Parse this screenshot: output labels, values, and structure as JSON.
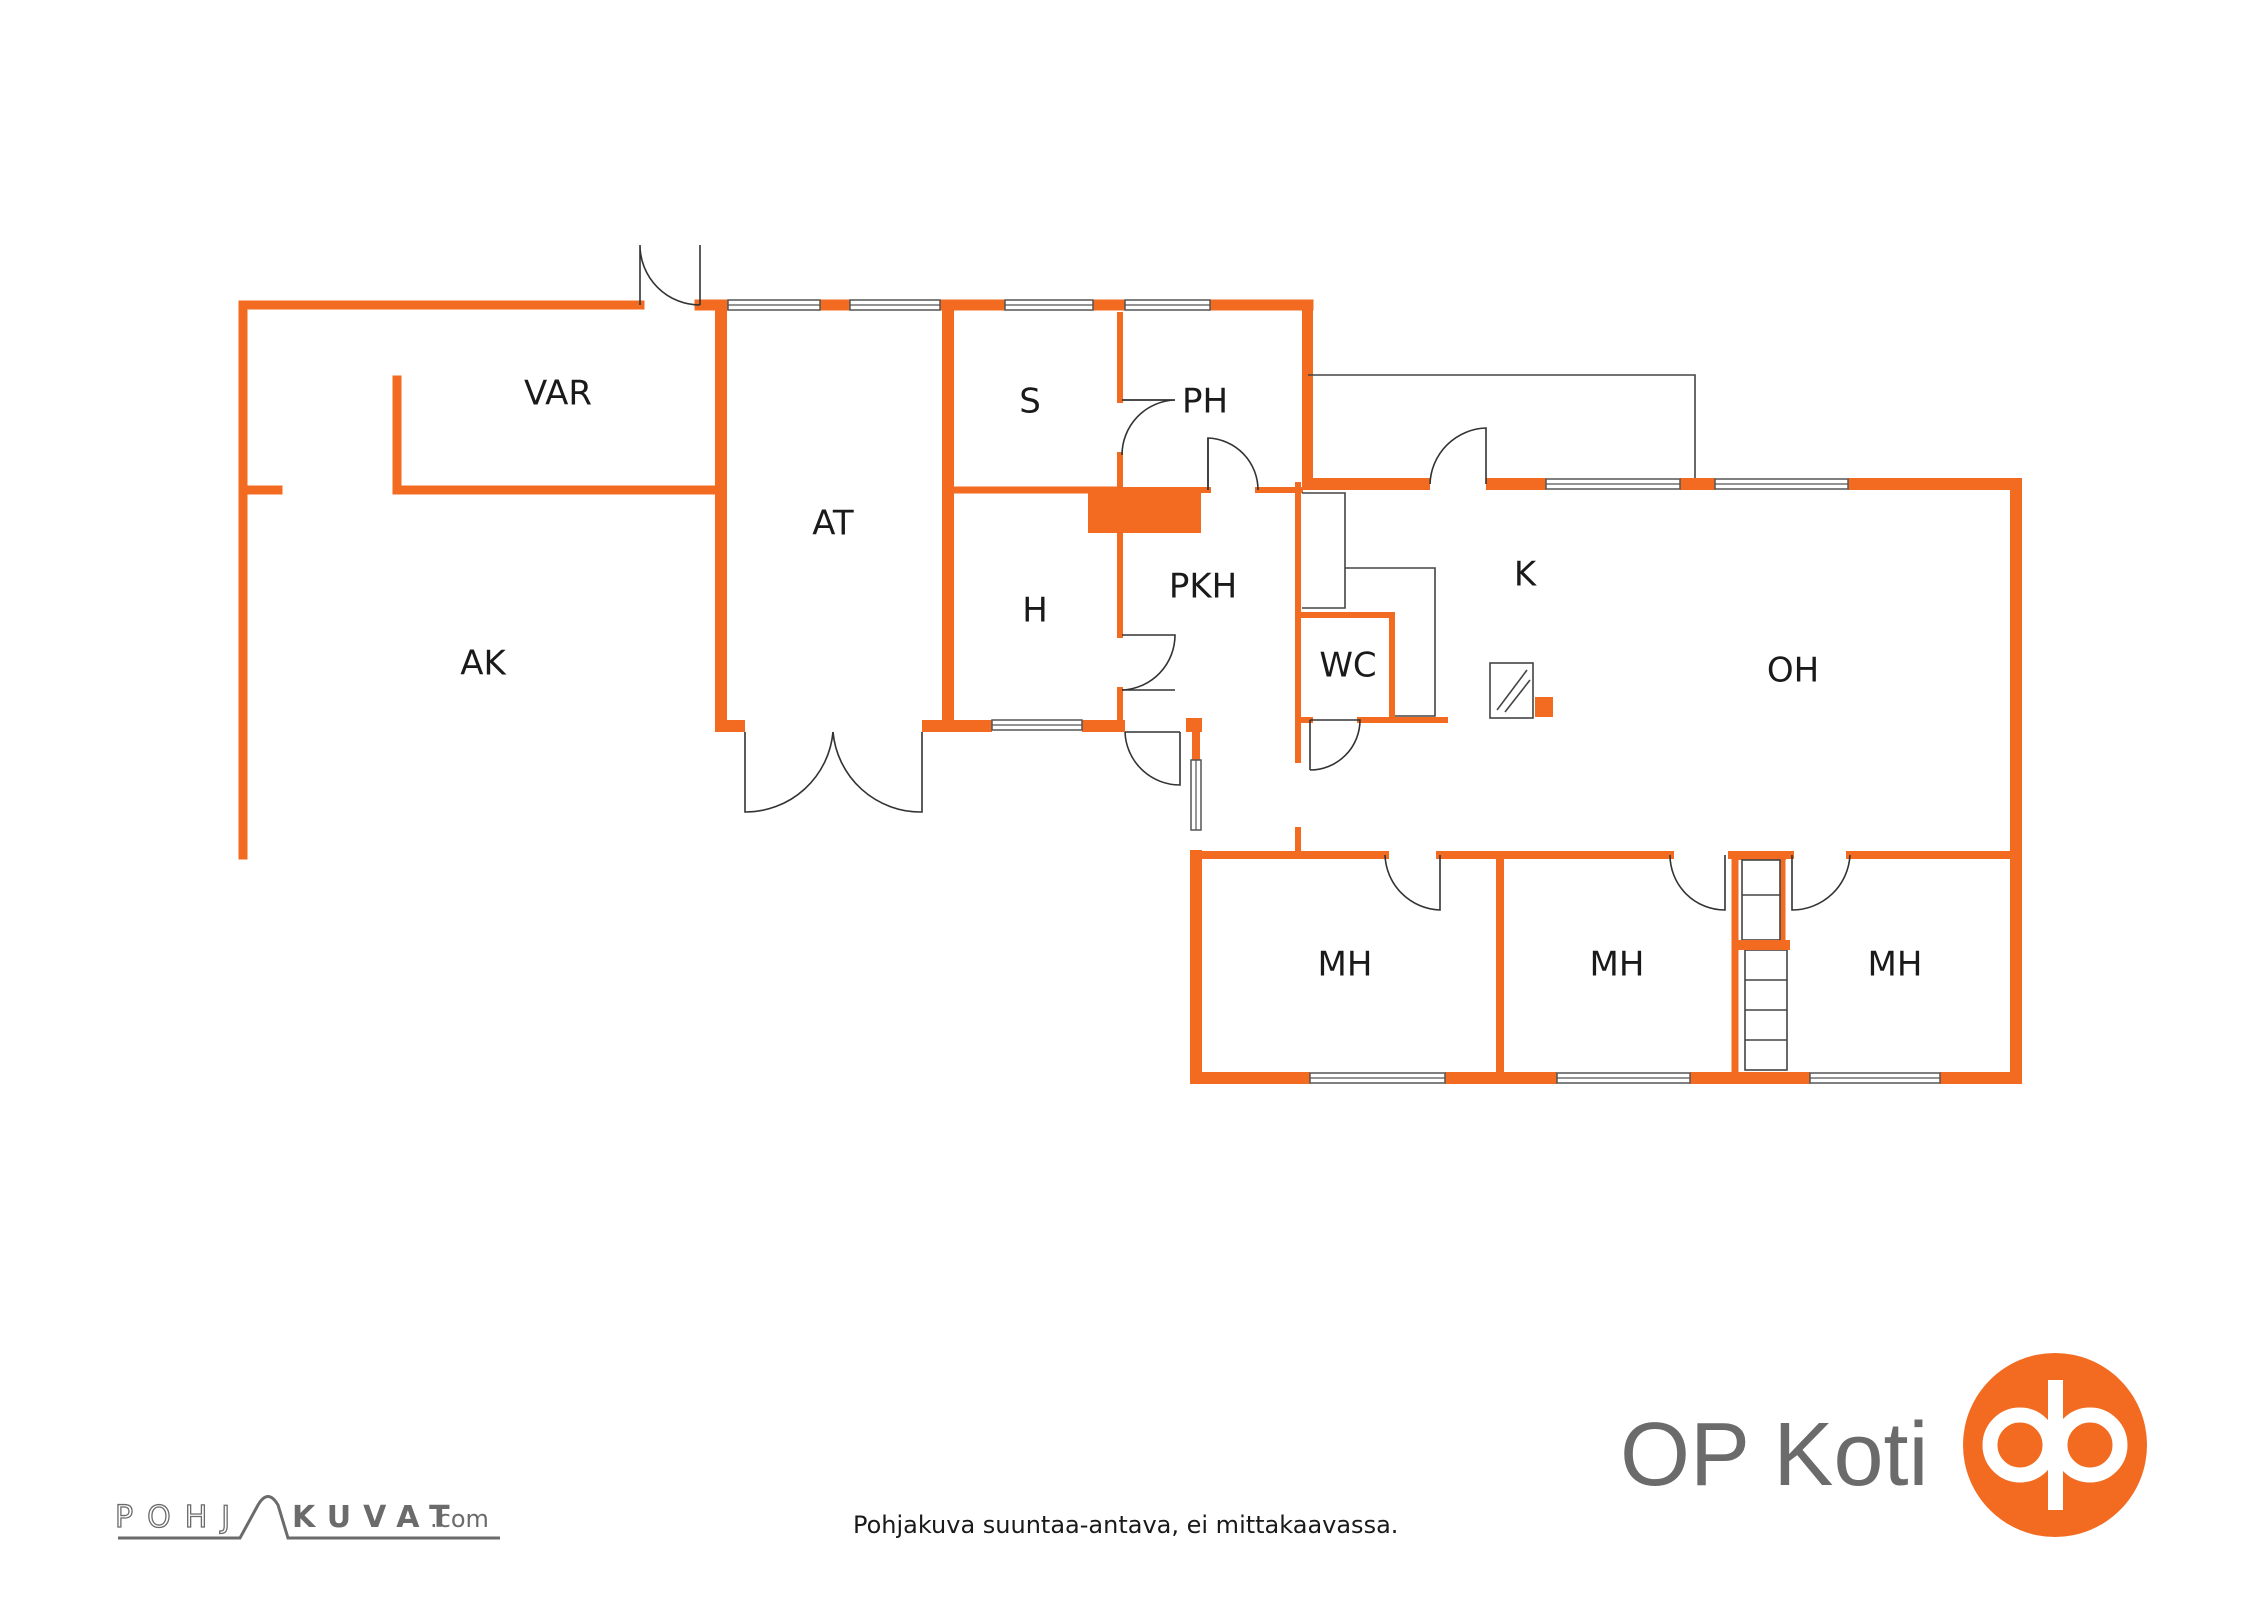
{
  "colors": {
    "accent": "#F26B21",
    "logo_grey": "#6B6B6B"
  },
  "rooms": {
    "var": "VAR",
    "ak": "AK",
    "at": "AT",
    "s": "S",
    "ph": "PH",
    "h": "H",
    "pkh": "PKH",
    "k": "K",
    "wc": "WC",
    "oh": "OH",
    "mh1": "MH",
    "mh2": "MH",
    "mh3": "MH"
  },
  "footer": {
    "disclaimer": "Pohjakuva suuntaa-antava, ei mittakaavassa.",
    "brand_name": "OP Koti",
    "source_logo": {
      "part1": "POHJ",
      "part2": "KUVAT",
      "suffix": ".com"
    }
  },
  "icons": {
    "brand_emblem": "op-emblem-icon",
    "fireplace": "fireplace-icon"
  }
}
